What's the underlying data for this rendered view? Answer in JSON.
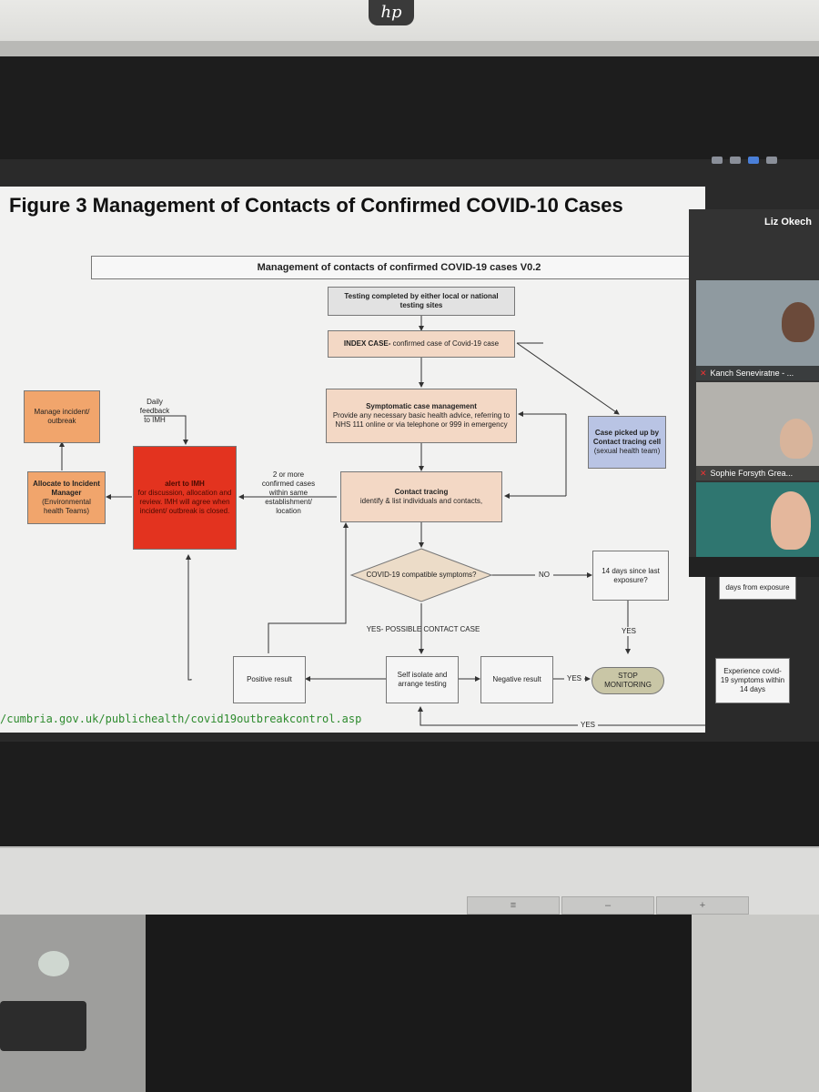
{
  "slide": {
    "title": "Figure 3 Management of Contacts of Confirmed COVID-10 Cases",
    "subtitle": "Management of contacts of  confirmed COVID-19 cases V0.2",
    "url": "/cumbria.gov.uk/publichealth/covid19outbreakcontrol.asp"
  },
  "flow": {
    "testing": "Testing completed by either local or national testing sites",
    "index_bold": "INDEX CASE-",
    "index_rest": " confirmed case of Covid-19 case",
    "symptomatic_title": "Symptomatic case management",
    "symptomatic_body": "Provide any necessary basic health advice, referring to NHS 111 online or via telephone or 999 in emergency",
    "case_picked": "Case picked up by Contact tracing cell",
    "case_picked_sub": "(sexual health team)",
    "contact_title": "Contact tracing",
    "contact_body": "identify & list individuals and contacts,",
    "manage": "Manage incident/ outbreak",
    "daily_feedback": "Daily feedback to IMH",
    "alert_title": "alert to IMH",
    "alert_body": "for discussion, allocation and review. IMH will agree when incident/ outbreak is closed.",
    "two_or_more": "2 or more confirmed cases within same establishment/ location",
    "allocate_title": "Allocate to Incident Manager",
    "allocate_body": "(Environmental health Teams)",
    "compatible": "COVID-19 compatible symptoms?",
    "no": "NO",
    "fourteen": "14 days since last exposure?",
    "days_from": "days from exposure",
    "yes_possible": "YES-  POSSIBLE CONTACT CASE",
    "yes1": "YES",
    "yes2": "YES",
    "yes3": "YES",
    "positive": "Positive result",
    "self_isolate": "Self isolate and arrange testing",
    "negative": "Negative result",
    "stop": "STOP MONITORING",
    "experience": "Experience covid-19 symptoms within 14 days"
  },
  "meeting": {
    "presenter": "Liz Okech",
    "p1": "Kanch Seneviratne - ...",
    "p2": "Sophie Forsyth Grea..."
  },
  "monitor": {
    "brand": "hp",
    "btn1": "≡",
    "btn2": "–",
    "btn3": "+"
  }
}
